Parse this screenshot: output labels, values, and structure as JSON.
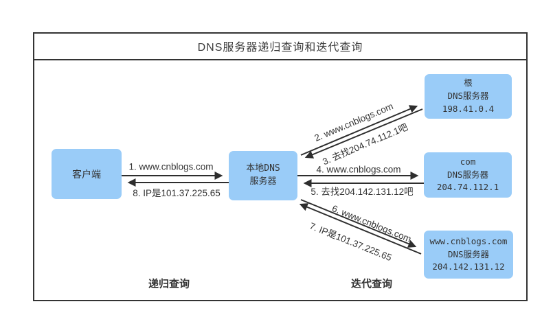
{
  "title": "DNS服务器递归查询和迭代查询",
  "nodes": {
    "client": {
      "lines": [
        "客户端"
      ]
    },
    "local": {
      "lines": [
        "本地DNS",
        "服务器"
      ]
    },
    "root": {
      "lines": [
        "根",
        "DNS服务器",
        "198.41.0.4"
      ]
    },
    "com": {
      "lines": [
        "com",
        "DNS服务器",
        "204.74.112.1"
      ]
    },
    "www": {
      "lines": [
        "www.cnblogs.com",
        "DNS服务器",
        "204.142.131.12"
      ]
    }
  },
  "arrows": {
    "a1": "1. www.cnblogs.com",
    "a2": "2. www.cnblogs.com",
    "a3": "3. 去找204.74.112.1吧",
    "a4": "4. www.cnblogs.com",
    "a5": "5. 去找204.142.131.12吧",
    "a6": "6. www.cnblogs.com",
    "a7": "7. IP是101.37.225.65",
    "a8": "8. IP是101.37.225.65"
  },
  "footers": {
    "recursive": "递归查询",
    "iterative": "迭代查询"
  },
  "colors": {
    "node_fill": "#9accf8",
    "line": "#2e2e2e",
    "text": "#333333"
  }
}
